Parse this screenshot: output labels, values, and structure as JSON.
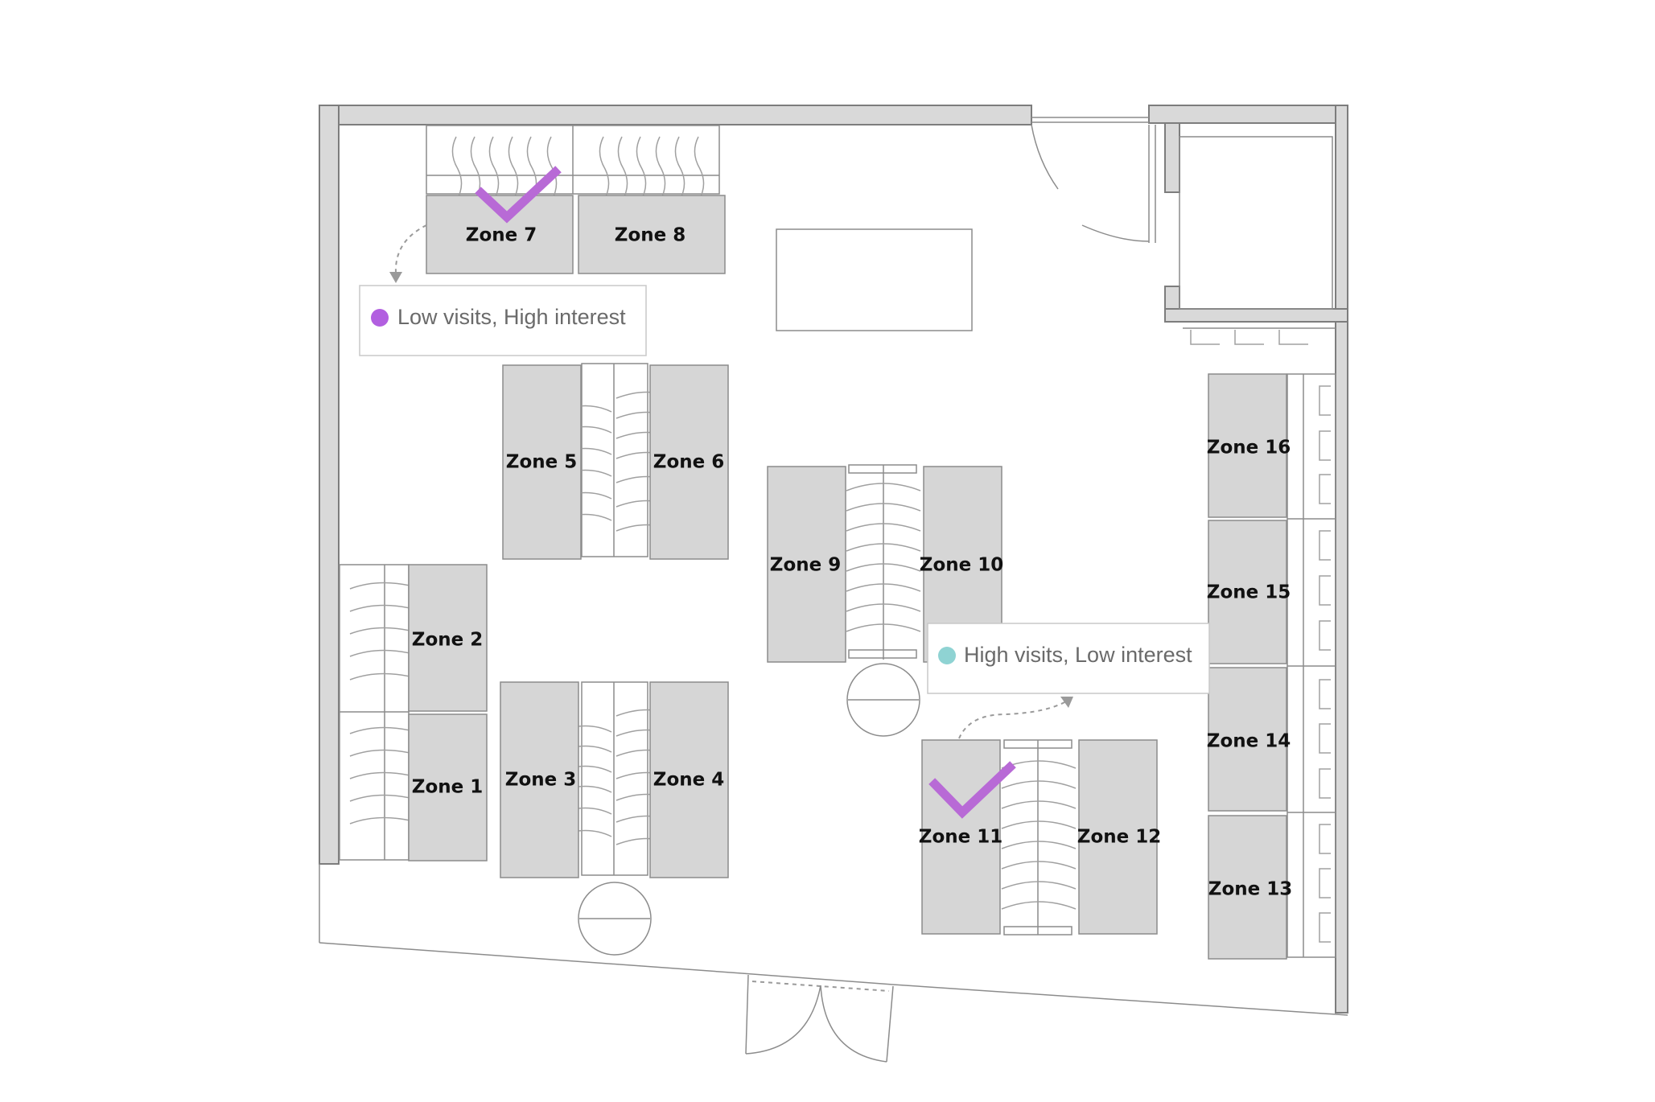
{
  "zones": [
    {
      "id": "zone-1",
      "label": "Zone 1"
    },
    {
      "id": "zone-2",
      "label": "Zone 2"
    },
    {
      "id": "zone-3",
      "label": "Zone 3"
    },
    {
      "id": "zone-4",
      "label": "Zone 4"
    },
    {
      "id": "zone-5",
      "label": "Zone 5"
    },
    {
      "id": "zone-6",
      "label": "Zone 6"
    },
    {
      "id": "zone-7",
      "label": "Zone 7"
    },
    {
      "id": "zone-8",
      "label": "Zone 8"
    },
    {
      "id": "zone-9",
      "label": "Zone 9"
    },
    {
      "id": "zone-10",
      "label": "Zone 10"
    },
    {
      "id": "zone-11",
      "label": "Zone 11"
    },
    {
      "id": "zone-12",
      "label": "Zone 12"
    },
    {
      "id": "zone-13",
      "label": "Zone 13"
    },
    {
      "id": "zone-14",
      "label": "Zone 14"
    },
    {
      "id": "zone-15",
      "label": "Zone 15"
    },
    {
      "id": "zone-16",
      "label": "Zone 16"
    }
  ],
  "callouts": {
    "low_visits": {
      "text": "Low visits, High interest",
      "color": "#b25fe0",
      "points_to": "Zone 7"
    },
    "high_visits": {
      "text": "High visits, Low interest",
      "color": "#8fd3d3",
      "points_to": "Zone 11"
    }
  },
  "colors": {
    "zone_fill": "#d6d6d6",
    "check_mark": "#b86ad6",
    "wall": "#d9d9d9"
  },
  "icons": [
    "check-icon",
    "check-icon"
  ]
}
